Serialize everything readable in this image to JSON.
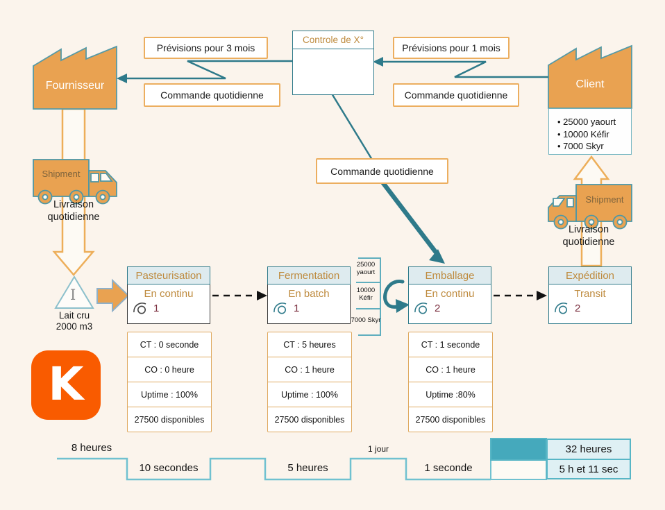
{
  "supplier": {
    "label": "Fournisseur",
    "shipment": "Shipment",
    "delivery": "Livraison quotidienne"
  },
  "customer": {
    "label": "Client",
    "shipment": "Shipment",
    "delivery": "Livraison quotidienne",
    "demand": [
      "25000 yaourt",
      "10000 Kéfir",
      "7000 Skyr"
    ]
  },
  "control": {
    "title": "Controle de X°"
  },
  "info_labels": {
    "forecast_supplier": "Prévisions pour 3 mois",
    "order_supplier": "Commande quotidienne",
    "forecast_customer": "Prévisions pour 1 mois",
    "order_customer": "Commande quotidienne",
    "order_center": "Commande quotidienne"
  },
  "raw_inventory": {
    "symbol": "I",
    "lines": [
      "Lait cru",
      "2000 m3"
    ]
  },
  "wip": {
    "items": [
      "25000 yaourt",
      "10000 Kéfir",
      "7000 Skyr"
    ]
  },
  "processes": [
    {
      "name": "Pasteurisation",
      "mode": "En continu",
      "operators": "1",
      "data": [
        "CT : 0 seconde",
        "CO : 0 heure",
        "Uptime : 100%",
        "27500 disponibles"
      ]
    },
    {
      "name": "Fermentation",
      "mode": "En batch",
      "operators": "1",
      "data": [
        "CT : 5 heures",
        "CO : 1 heure",
        "Uptime : 100%",
        "27500 disponibles"
      ]
    },
    {
      "name": "Emballage",
      "mode": "En continu",
      "operators": "2",
      "data": [
        "CT : 1 seconde",
        "CO : 1 heure",
        "Uptime :80%",
        "27500 disponibles"
      ]
    },
    {
      "name": "Expédition",
      "mode": "Transit",
      "operators": "2",
      "data": []
    }
  ],
  "timeline": {
    "wait_labels": [
      "8 heures",
      "1 jour"
    ],
    "process_labels": [
      "10 secondes",
      "5 heures",
      "1 seconde"
    ],
    "totals": [
      "32 heures",
      "5 h et 11 sec"
    ]
  },
  "logo": {
    "letter": "K"
  },
  "colors": {
    "accent_orange": "#E9A251",
    "teal": "#2E7A8A",
    "timeline": "#70C1D0",
    "logo": "#F95B00"
  }
}
